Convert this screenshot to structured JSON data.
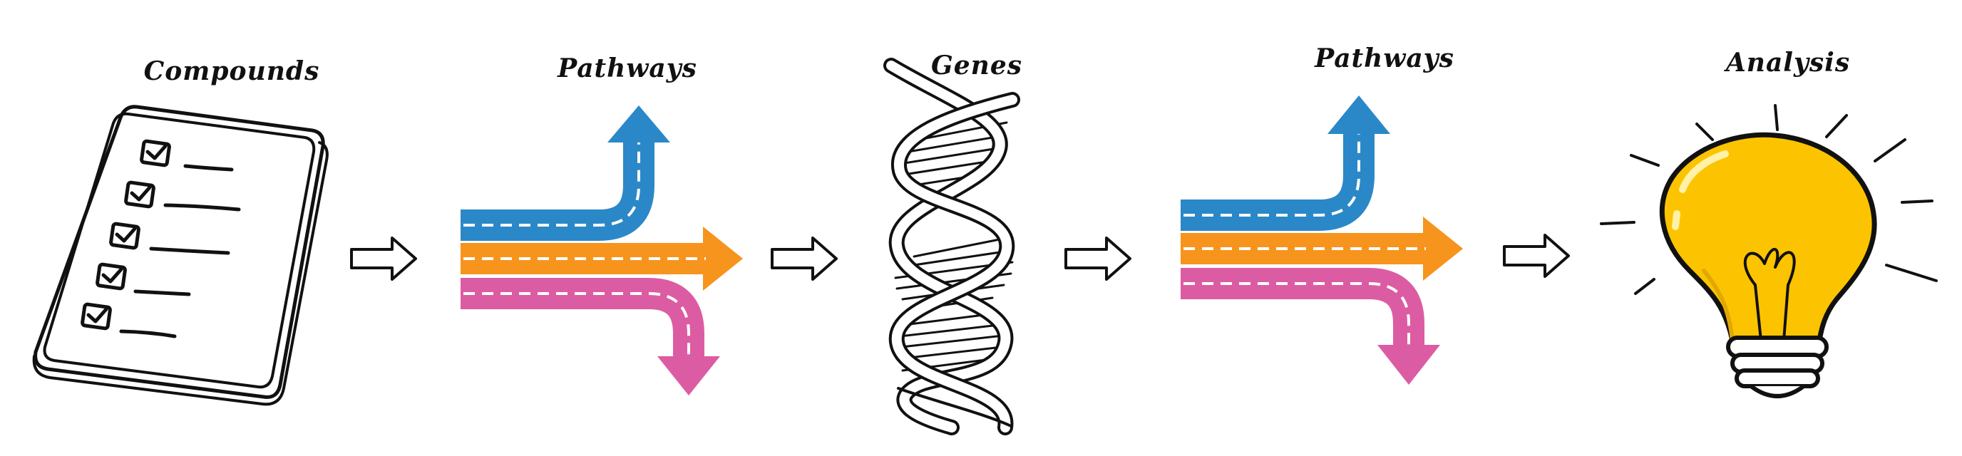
{
  "stages": [
    {
      "label": "Compounds",
      "icon": "checklist-icon"
    },
    {
      "label": "Pathways",
      "icon": "pathway-arrows-icon"
    },
    {
      "label": "Genes",
      "icon": "dna-helix-icon"
    },
    {
      "label": "Pathways",
      "icon": "pathway-arrows-icon"
    },
    {
      "label": "Analysis",
      "icon": "lightbulb-icon"
    }
  ],
  "colors": {
    "pathway_up": "#2a88c8",
    "pathway_straight": "#f7941d",
    "pathway_down": "#dc5ca3",
    "bulb": "#fcc400",
    "outline": "#111111"
  }
}
